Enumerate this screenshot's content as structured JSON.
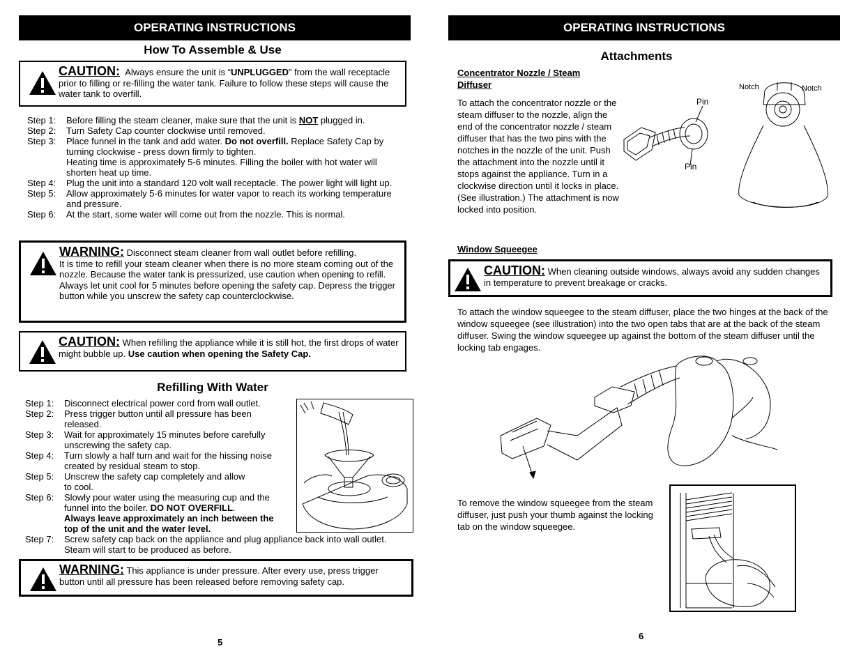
{
  "left": {
    "header": "OPERATING INSTRUCTIONS",
    "section_title": "How To Assemble & Use",
    "caution1": {
      "keyword": "CAUTION:",
      "t1": "Always ensure the unit is “",
      "b1": "UNPLUGGED",
      "t2": "” from the wall receptacle prior to filling or re-filling the water tank. Failure to follow  these steps will cause the water tank to overfill."
    },
    "steps": [
      {
        "label": "Step 1:",
        "t1": "Before filling the steam cleaner, make sure that the unit is ",
        "u1": "NOT",
        "t2": " plugged in."
      },
      {
        "label": "Step 2:",
        "t1": "Turn Safety Cap counter clockwise until removed."
      },
      {
        "label": "Step 3:",
        "t1": "Place funnel in the tank and add water.  ",
        "b1": "Do not overfill.",
        "t2": " Replace Safety Cap by turning clockwise - press down firmly to tighten.",
        "t3": "Heating time is approximately 5-6 minutes. Filling the boiler with hot water will shorten heat up time."
      },
      {
        "label": "Step 4:",
        "t1": "Plug the unit into a standard 120 volt wall receptacle. The power light will light up."
      },
      {
        "label": "Step 5:",
        "t1": "Allow approximately 5-6 minutes for water vapor to reach its working temperature and pressure."
      },
      {
        "label": "Step 6:",
        "t1": "At the start, some water will come out from the nozzle. This is normal."
      }
    ],
    "warning1": {
      "keyword": "WARNING:",
      "t1": " Disconnect steam cleaner from wall outlet before refilling.",
      "t2": "It is time to refill your steam cleaner when there is no more steam coming out of the nozzle.  Because the water tank is pressurized, use caution when opening to refill.  Always let unit cool for 5 minutes before opening the safety cap. Depress the trigger button while you unscrew the safety cap counterclockwise."
    },
    "caution2": {
      "keyword": "CAUTION:",
      "t1": " When refilling the appliance while it is still hot, the first drops of water might bubble up. ",
      "b1": "Use caution when opening the Safety Cap."
    },
    "refill_title": "Refilling With Water",
    "refill_steps": [
      {
        "label": "Step 1:",
        "t1": "Disconnect electrical power cord from wall outlet."
      },
      {
        "label": "Step 2:",
        "t1": "Press trigger button until all pressure has been released."
      },
      {
        "label": "Step 3:",
        "t1": "Wait for approximately 15 minutes before carefully unscrewing the safety cap."
      },
      {
        "label": "Step 4:",
        "t1": "Turn slowly a half turn and wait for the hissing noise created by residual steam to stop."
      },
      {
        "label": "Step 5:",
        "t1": "Unscrew the safety cap completely and allow",
        "t2": "to cool."
      },
      {
        "label": "Step 6:",
        "t1": "Slowly pour water using the measuring cup and the funnel into the boiler. ",
        "b1": "DO NOT OVERFILL",
        "t2": ".",
        "b2": "Always leave approximately an inch between the top of the unit and the water level."
      },
      {
        "label": "Step 7:",
        "t1": "Screw safety cap back on the appliance and plug appliance back into wall outlet. Steam will start to be produced as before."
      }
    ],
    "warning2": {
      "keyword": "WARNING:",
      "t1": " This appliance is under pressure. After every use, press trigger button until all pressure has been released before removing safety cap."
    },
    "page_number": "5"
  },
  "right": {
    "header": "OPERATING INSTRUCTIONS",
    "section_title": "Attachments",
    "concentrator_heading": "Concentrator Nozzle / Steam Diffuser",
    "concentrator_text": "To attach the concentrator nozzle or the steam diffuser to the nozzle, align the end of the concentrator nozzle / steam diffuser that has the two pins with the notches in the nozzle of the unit. Push the attachment into the nozzle until it stops against the appliance. Turn in a clockwise direction until it locks in place. (See illustration.) The attachment is now locked into position.",
    "fig_labels": {
      "pin_top": "Pin",
      "pin_bottom": "Pin",
      "notch_left": "Notch",
      "notch_right": "Notch"
    },
    "squeegee_heading": "Window Squeegee",
    "caution": {
      "keyword": "CAUTION:",
      "t1": " When cleaning outside windows, always avoid any sudden changes in temperature to prevent breakage or cracks."
    },
    "squeegee_text": "To attach the window squeegee to the steam diffuser, place the two hinges at the back of the window squeegee (see illustration) into the two open tabs that are at the back of the steam diffuser. Swing the window squeegee up against the bottom of the steam diffuser until the locking tab engages.",
    "remove_text": "To remove the window squeegee from the steam diffuser, just push your thumb against the locking tab on the window squeegee.",
    "page_number": "6"
  }
}
